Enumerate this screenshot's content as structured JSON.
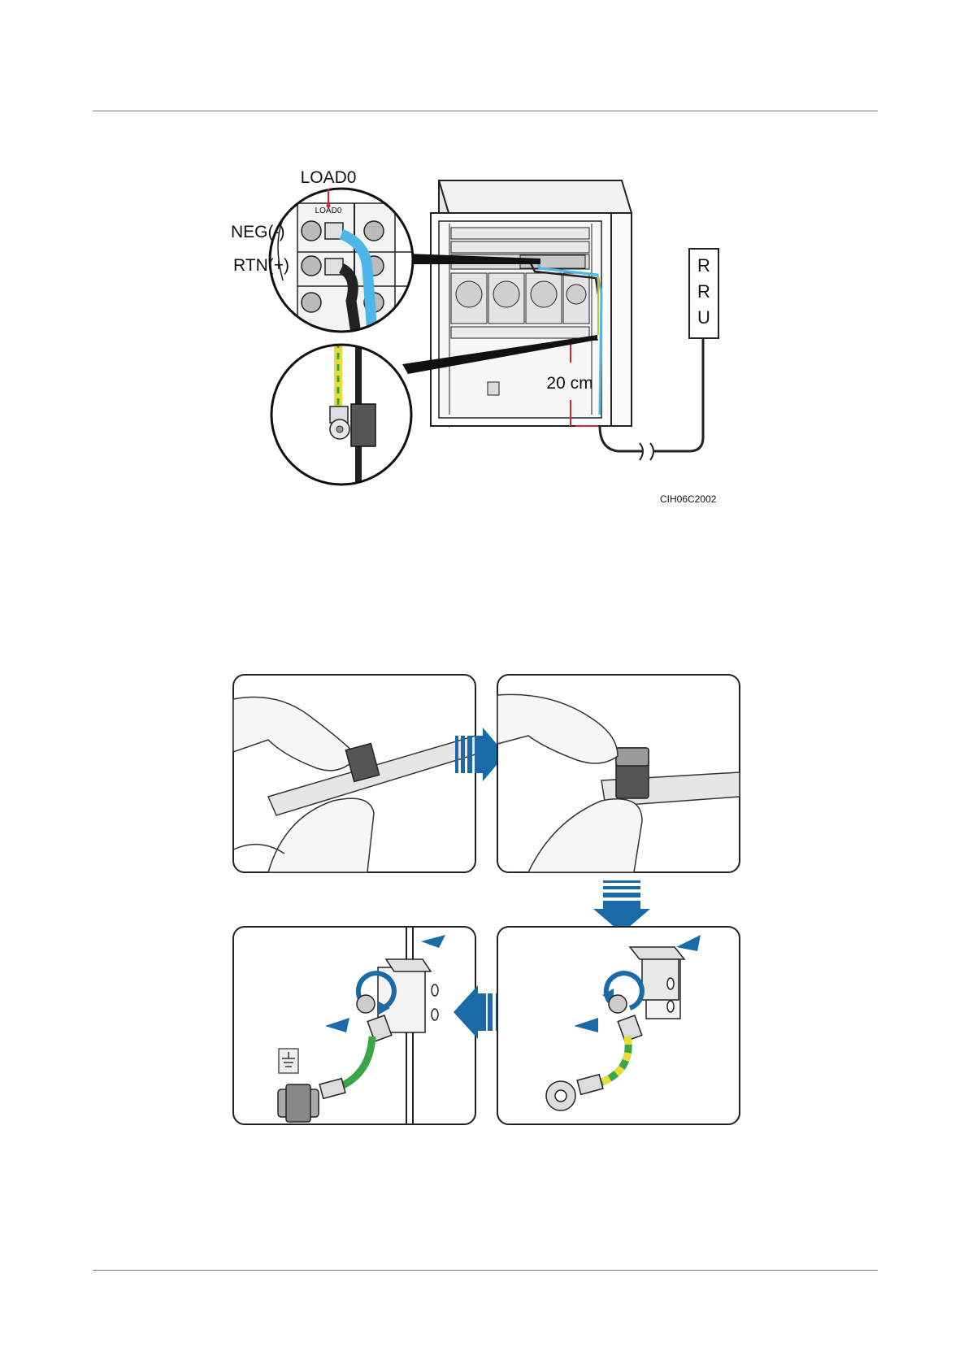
{
  "figure1": {
    "labels": {
      "load0": "LOAD0",
      "load0_small": "LOAD0",
      "neg": "NEG(-)",
      "rtn": "RTN(+)",
      "distance": "20 cm",
      "rru": [
        "R",
        "R",
        "U"
      ]
    },
    "code": "CIH06C2002"
  },
  "figure2": {
    "panels": [
      "wrap-tape",
      "tape-wrapped",
      "loosen-clip",
      "ground-cable-attached"
    ]
  },
  "colors": {
    "cable_blue": "#4db8e8",
    "arrow_blue": "#1a6aa8",
    "ground_green": "#3aa64a",
    "ground_yellow": "#e7dc3c"
  }
}
